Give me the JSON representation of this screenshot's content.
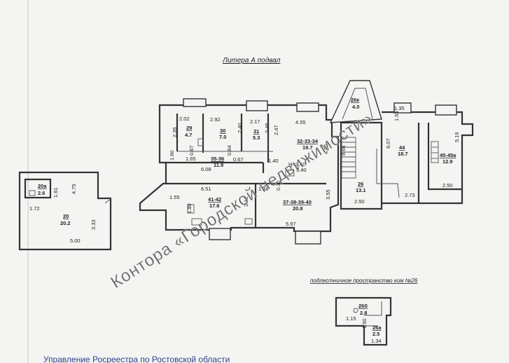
{
  "plan": {
    "title": "Литера А   подвал",
    "underfloor_caption": "подлестничное пространство ком №26",
    "height_label": "H=2.40",
    "rooms": [
      {
        "id": "29",
        "area": "4.7"
      },
      {
        "id": "30",
        "area": "7.0"
      },
      {
        "id": "31",
        "area": "5.3"
      },
      {
        "id": "32-33-34",
        "area": "19.7"
      },
      {
        "id": "35-36",
        "area": "11.9"
      },
      {
        "id": "41-42",
        "area": "17.6"
      },
      {
        "id": "37-38-39-40",
        "area": "20.8"
      },
      {
        "id": "26",
        "area": "13.1"
      },
      {
        "id": "44",
        "area": "18.7"
      },
      {
        "id": "45-45а",
        "area": "12.9"
      },
      {
        "id": "26к",
        "area": "4.0"
      },
      {
        "id": "20а",
        "area": "2.6"
      },
      {
        "id": "20",
        "area": "20.2"
      },
      {
        "id": "26б",
        "area": "2.8"
      },
      {
        "id": "26а",
        "area": "2.5"
      }
    ],
    "dimensions": [
      "2.02",
      "2.92",
      "2.17",
      "4.55",
      "2.39",
      "2.40",
      "2.45",
      "2.47",
      "0.67",
      "0.64",
      "1.60",
      "1.65",
      "0.67",
      "1.40",
      "5.40",
      "4.90",
      "6.08",
      "6.51",
      "1.38",
      "0.30",
      "8.66",
      "1.55",
      "1.80",
      "3.12",
      "3.55",
      "5.97",
      "2.50",
      "1.35",
      "1.53",
      "6.07",
      "2.73",
      "5.19",
      "2.50",
      "1.72",
      "4.75",
      "1.61",
      "3.33",
      "5.00",
      "1.15",
      "1.50",
      "1.34"
    ]
  },
  "watermark": "Контора «Городской недвижимости»",
  "footer": "Управление Росреестра по Ростовской области"
}
